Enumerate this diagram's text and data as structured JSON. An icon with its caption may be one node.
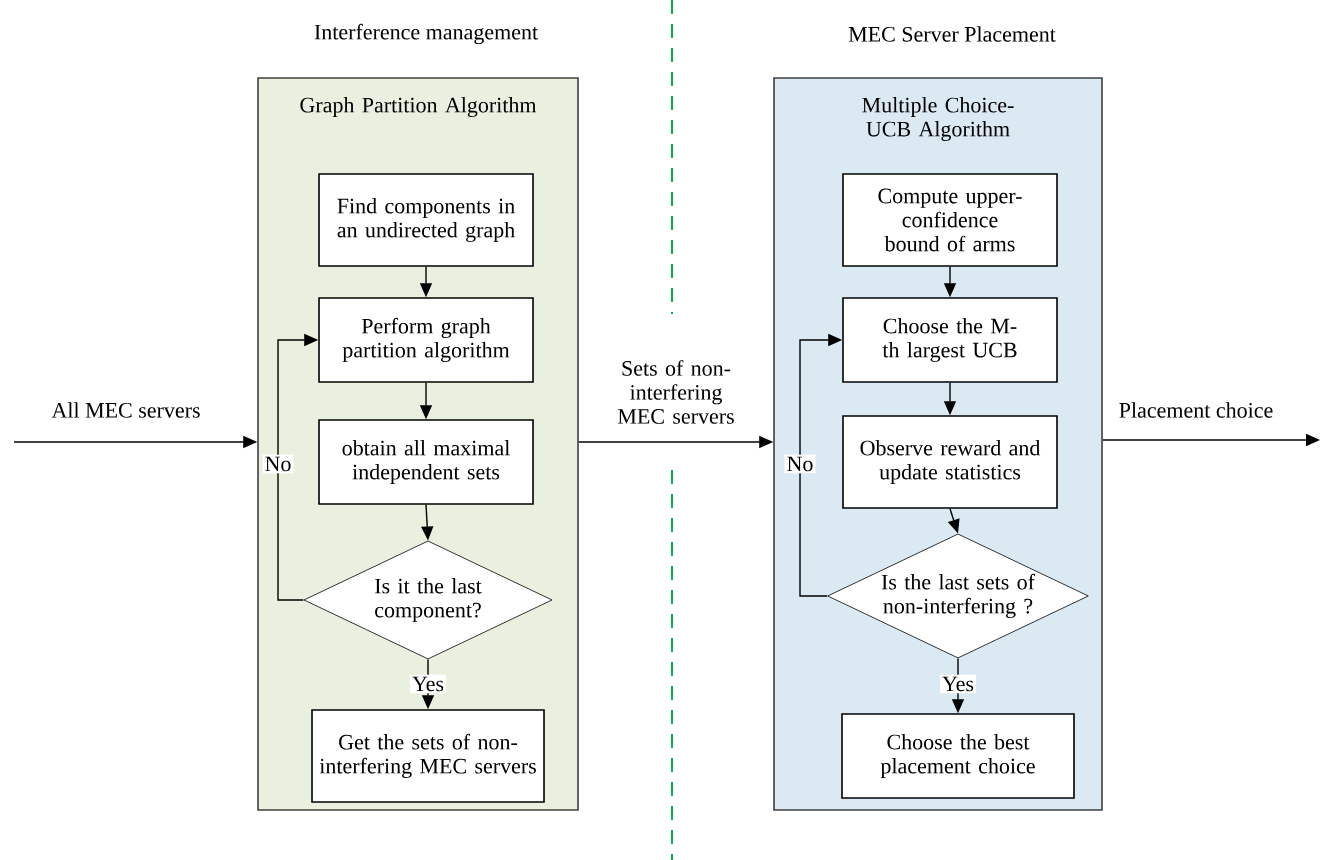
{
  "diagram": {
    "nodes": [
      {
        "text": [
          "Graph Partition Algorithm"
        ]
      },
      {
        "text": [
          "Find components in an undirected graph"
        ],
        "in": 0
      },
      {
        "text": [
          "Perform graph partition algorithm"
        ],
        "in": 0
      },
      {
        "text": [
          "obtain all maximal independent sets"
        ],
        "in": 0
      },
      {
        "text": [
          "Is it the last component?"
        ],
        "in": 0
      },
      {
        "text": [
          "Get the sets of non-interfering MEC servers"
        ],
        "in": 0
      },
      {
        "text": [
          "Multiple Choice-UCB Algorithm"
        ]
      },
      {
        "text": [
          "Compute upper-confidence bound of arms"
        ],
        "in": 6
      },
      {
        "text": [
          "Choose the M-th largest UCB"
        ],
        "in": 6
      },
      {
        "text": [
          "Observe reward and update statistics"
        ],
        "in": 6
      },
      {
        "text": [
          "Is the last sets of non-interfering ?"
        ],
        "in": 6
      },
      {
        "text": [
          "Choose the best placement choice"
        ],
        "in": 6
      }
    ],
    "edges": [
      {
        "from": null,
        "to": 0,
        "arrow": "to",
        "label": "All MEC servers"
      },
      {
        "from": 0,
        "to": 6,
        "arrow": "to",
        "label": "Sets of non-interfering MEC servers"
      },
      {
        "from": 6,
        "to": null,
        "arrow": "to",
        "label": "Placement choice"
      },
      {
        "from": 1,
        "to": 2,
        "arrow": "to"
      },
      {
        "from": 2,
        "to": 3,
        "arrow": "to"
      },
      {
        "from": 3,
        "to": 4,
        "arrow": "to"
      },
      {
        "from": 4,
        "to": 5,
        "arrow": "to",
        "label": "Yes"
      },
      {
        "from": 4,
        "to": 2,
        "arrow": "to",
        "label": "No"
      },
      {
        "from": 7,
        "to": 8,
        "arrow": "to"
      },
      {
        "from": 8,
        "to": 9,
        "arrow": "to"
      },
      {
        "from": 9,
        "to": 10,
        "arrow": "to"
      },
      {
        "from": 10,
        "to": 11,
        "arrow": "to",
        "label": "Yes"
      },
      {
        "from": 10,
        "to": 8,
        "arrow": "to",
        "label": "No"
      }
    ],
    "labels": [
      "Interference management",
      "MEC Server Placement"
    ]
  }
}
